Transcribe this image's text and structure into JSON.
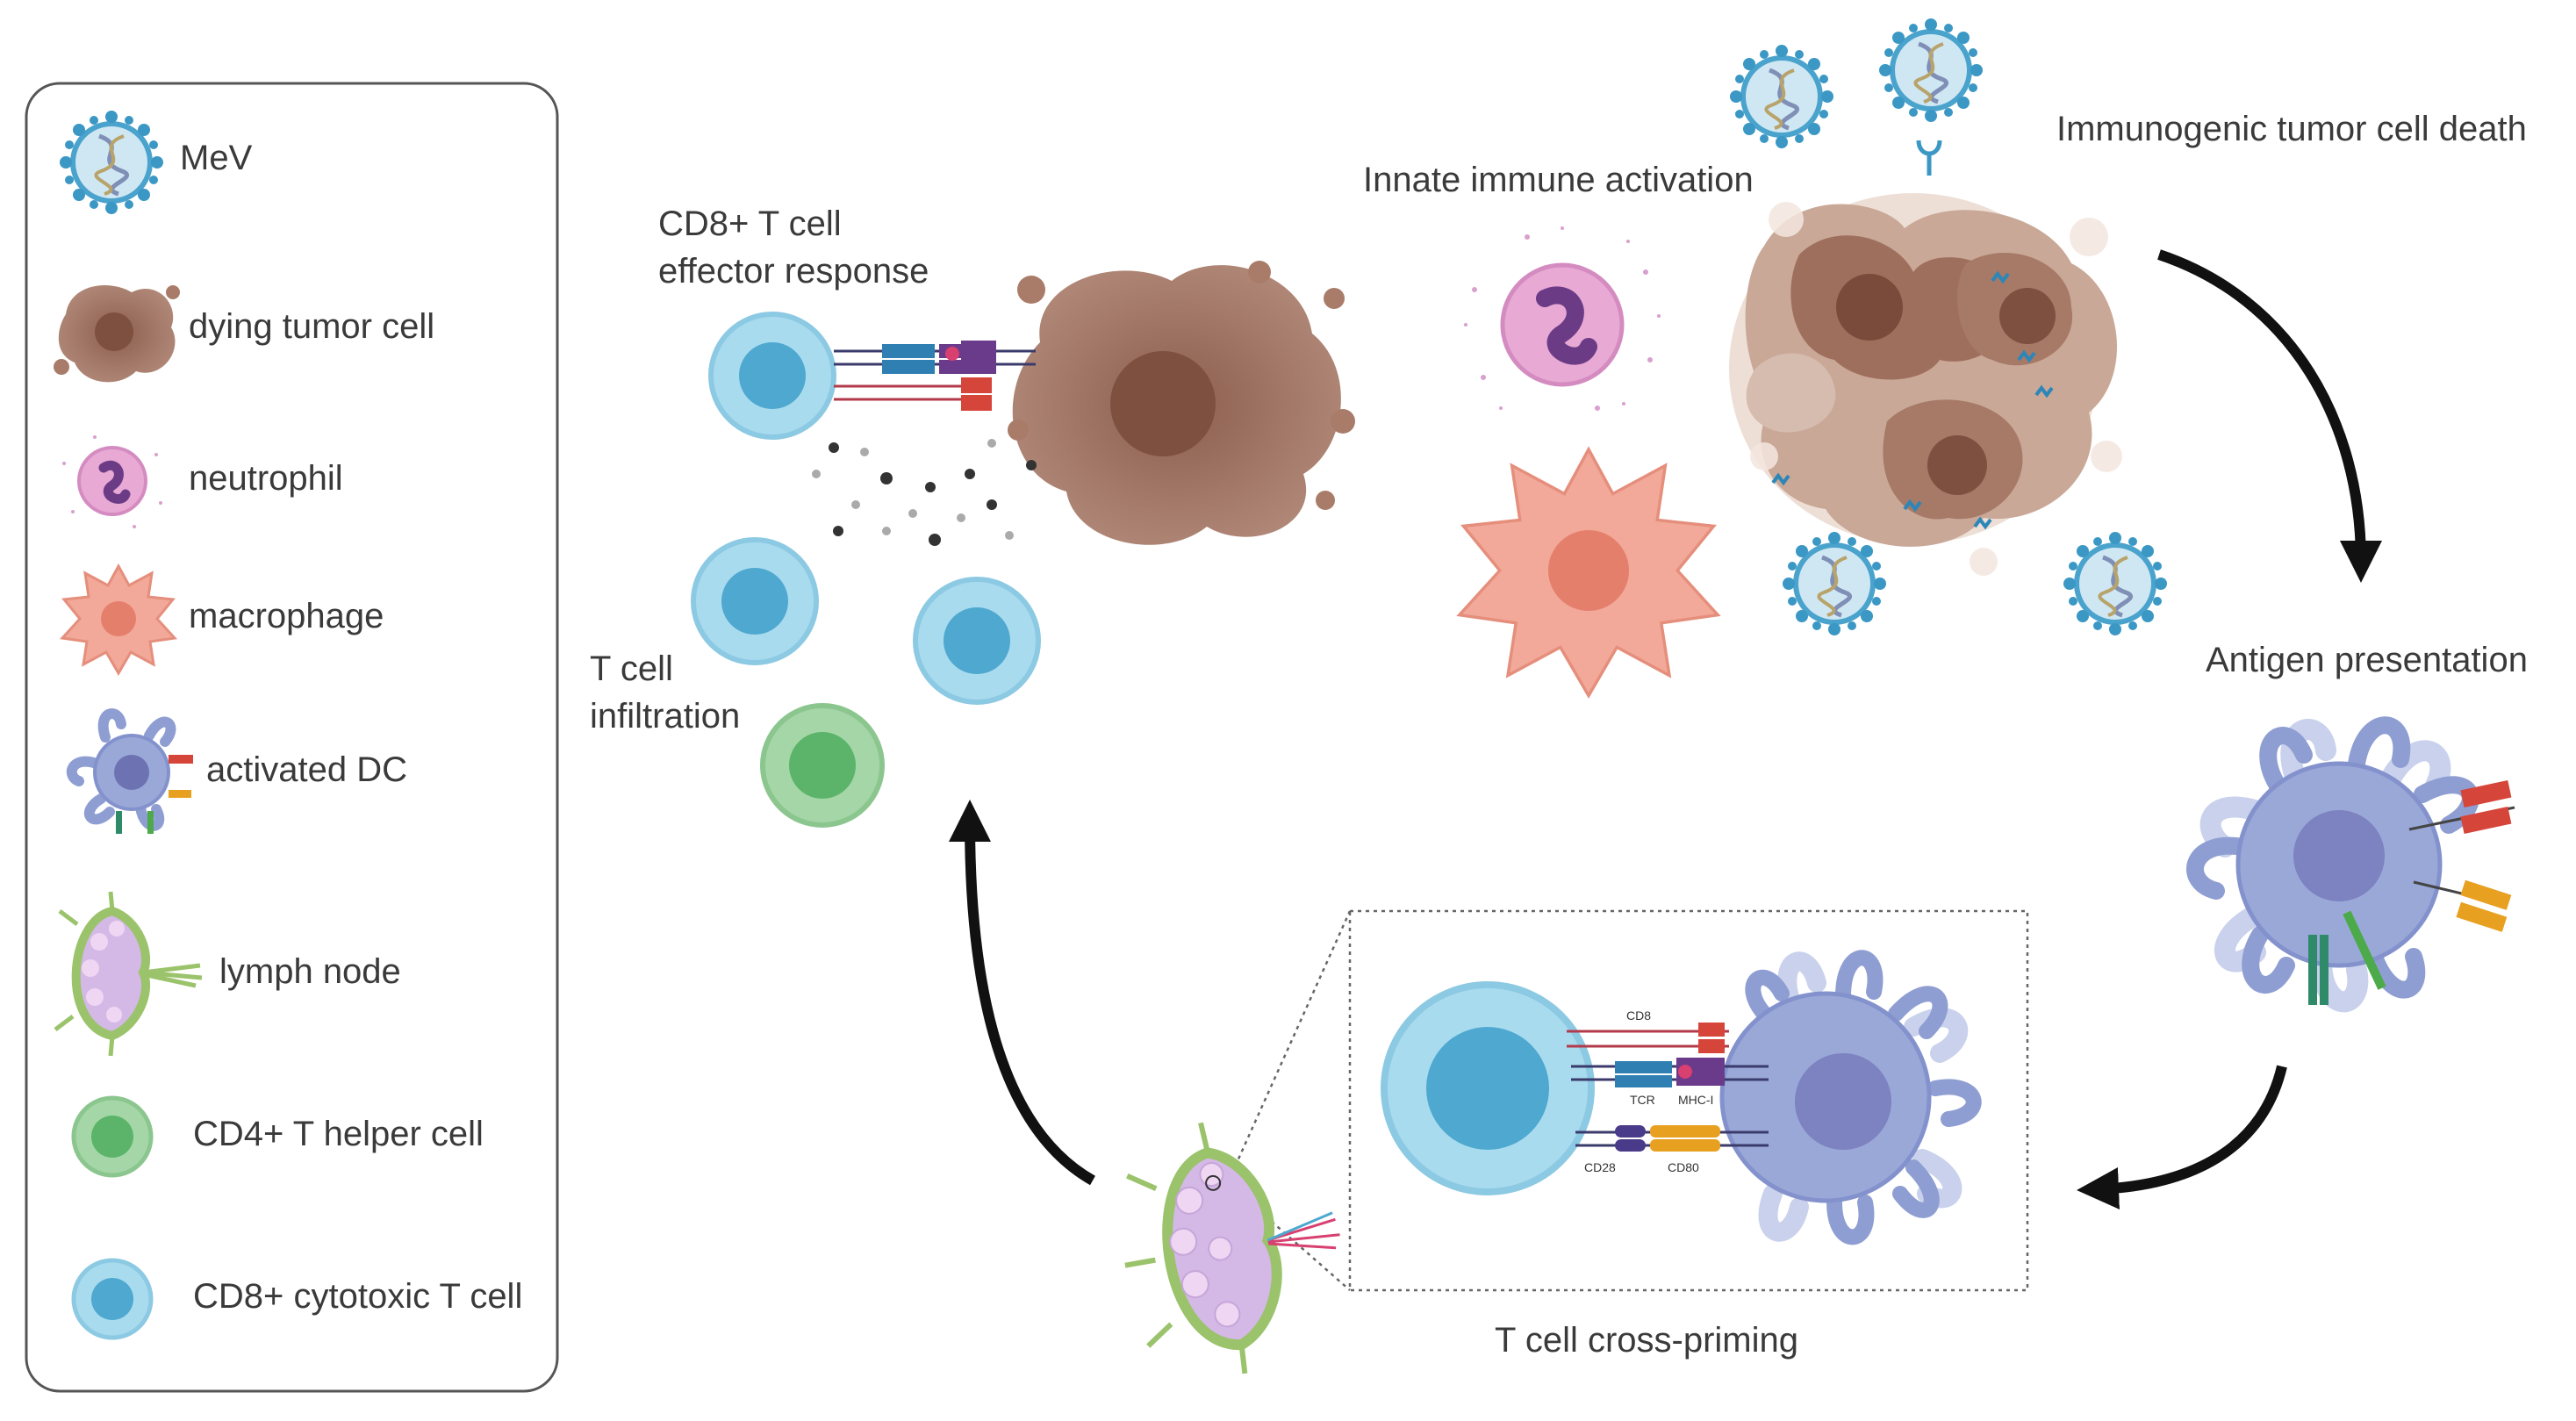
{
  "legend": {
    "items": [
      {
        "label": "MeV",
        "icon": "mev-virus-icon"
      },
      {
        "label": "dying tumor cell",
        "icon": "dying-tumor-cell-icon"
      },
      {
        "label": "neutrophil",
        "icon": "neutrophil-icon"
      },
      {
        "label": "macrophage",
        "icon": "macrophage-icon"
      },
      {
        "label": "activated DC",
        "icon": "activated-dc-icon"
      },
      {
        "label": "lymph node",
        "icon": "lymph-node-icon"
      },
      {
        "label": "CD4+ T helper cell",
        "icon": "cd4-t-helper-cell-icon"
      },
      {
        "label": "CD8+ cytotoxic T cell",
        "icon": "cd8-cytotoxic-t-cell-icon"
      }
    ]
  },
  "stages": {
    "cd8_effector": "CD8+ T cell\neffector response",
    "innate": "Innate immune activation",
    "immunogenic_death": "Immunogenic tumor cell death",
    "antigen_presentation": "Antigen presentation",
    "t_cell_infiltration": "T cell\ninfiltration",
    "cross_priming": "T cell cross-priming"
  },
  "molecules": {
    "cd8": "CD8",
    "tcr": "TCR",
    "mhc1": "MHC-I",
    "cd28": "CD28",
    "cd80": "CD80"
  },
  "colors": {
    "tcell_blue": "#9fd6ec",
    "tcell_nucleus": "#4fa9cf",
    "cd4_green": "#a5d6a7",
    "cd4_nucleus": "#5bb46a",
    "tumor_brown": "#a97c6a",
    "neutrophil_pink": "#e8a9d4",
    "macrophage_salmon": "#f2a99a",
    "dc_purple": "#9aa8d8",
    "lymph_green": "#b5d68a",
    "arrow": "#111111"
  }
}
